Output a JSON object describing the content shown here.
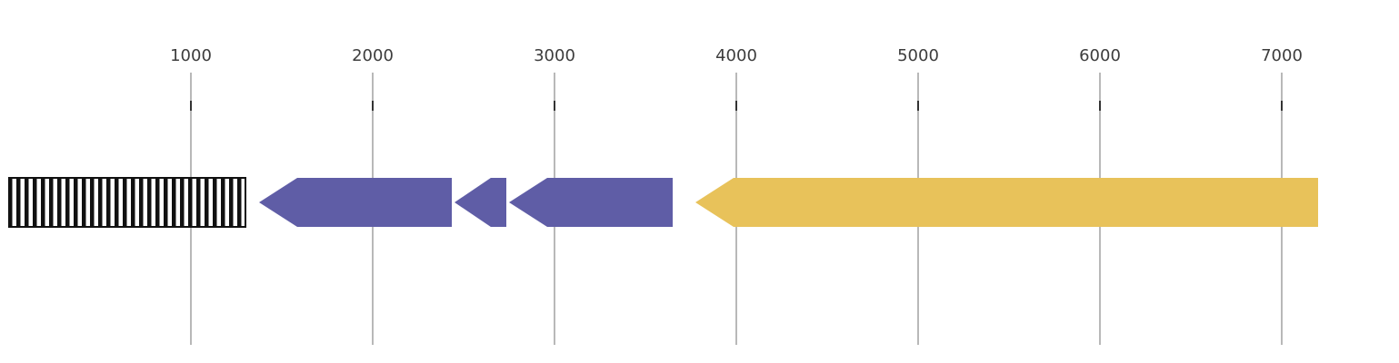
{
  "chart_data": {
    "type": "gene-map",
    "title": "",
    "xlabel": "",
    "ylabel": "",
    "axis": {
      "xlim": [
        -50,
        7645
      ],
      "ticks": [
        1000,
        2000,
        3000,
        4000,
        5000,
        6000,
        7000
      ],
      "tick_labels": [
        "1000",
        "2000",
        "3000",
        "4000",
        "5000",
        "6000",
        "7000"
      ],
      "gridlines": true,
      "tick_label_color": "#3d3d3d",
      "gridline_color": "#8a8a8a",
      "tick_mark_color": "#333333"
    },
    "features": [
      {
        "id": "region-hatched",
        "start": 0,
        "end": 1300,
        "shape": "box",
        "strand": 0,
        "fill": "#ffffff",
        "stroke": "#111111",
        "hatch": "vertical-stripes"
      },
      {
        "id": "gene-purple-1",
        "start": 1375,
        "end": 2435,
        "shape": "arrow",
        "strand": -1,
        "fill": "#5f5da6",
        "stroke": "none",
        "hatch": "none"
      },
      {
        "id": "gene-purple-2",
        "start": 2450,
        "end": 2735,
        "shape": "arrow",
        "strand": -1,
        "fill": "#5f5da6",
        "stroke": "none",
        "hatch": "none"
      },
      {
        "id": "gene-purple-3",
        "start": 2750,
        "end": 3650,
        "shape": "arrow",
        "strand": -1,
        "fill": "#5f5da6",
        "stroke": "none",
        "hatch": "none"
      },
      {
        "id": "gene-gold",
        "start": 3775,
        "end": 7200,
        "shape": "arrow",
        "strand": -1,
        "fill": "#e8c25a",
        "stroke": "none",
        "hatch": "none"
      }
    ],
    "legend": null,
    "colors": {
      "purple": "#5f5da6",
      "gold": "#e8c25a",
      "hatch_dark": "#111111",
      "background": "#ffffff"
    }
  }
}
